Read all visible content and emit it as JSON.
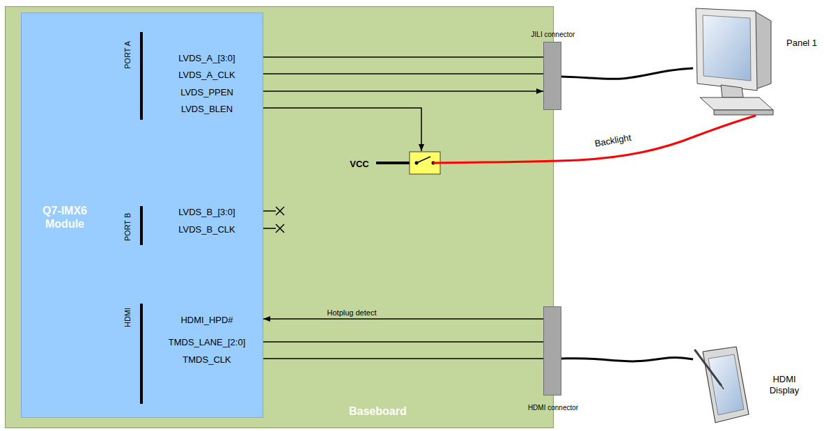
{
  "diagram": {
    "nodes": [
      {
        "text": [
          "Baseboard"
        ]
      },
      {
        "text": [
          "Q7-IMX6 Module"
        ],
        "in": 0
      },
      {
        "text": [
          "JILI connector"
        ],
        "in": 0
      },
      {
        "text": [
          "HDMI connector"
        ],
        "in": 0
      },
      {
        "text": [
          "Panel 1"
        ]
      },
      {
        "text": [
          "HDMI Display"
        ]
      }
    ],
    "edges": [
      {
        "from": 1,
        "to": 2,
        "arrow": "none"
      },
      {
        "from": 1,
        "to": 2,
        "arrow": "none"
      },
      {
        "from": 1,
        "to": 2,
        "arrow": "to"
      },
      {
        "from": 3,
        "to": 1,
        "label": "Hotplug detect",
        "arrow": "to"
      },
      {
        "from": 1,
        "to": 3,
        "arrow": "none"
      },
      {
        "from": 1,
        "to": 3,
        "arrow": "none"
      },
      {
        "from": 2,
        "to": 4,
        "arrow": "none"
      },
      {
        "from": 3,
        "to": 5,
        "arrow": "none"
      }
    ],
    "labels": [
      "PORT A",
      "LVDS_A_[3:0]",
      "LVDS_A_CLK",
      "LVDS_PPEN",
      "LVDS_BLEN",
      "VCC",
      "Backlight",
      "PORT B",
      "LVDS_B_[3:0]",
      "LVDS_B_CLK",
      "HDMI",
      "HDMI_HPD#",
      "TMDS_LANE_[2:0]",
      "TMDS_CLK"
    ]
  }
}
